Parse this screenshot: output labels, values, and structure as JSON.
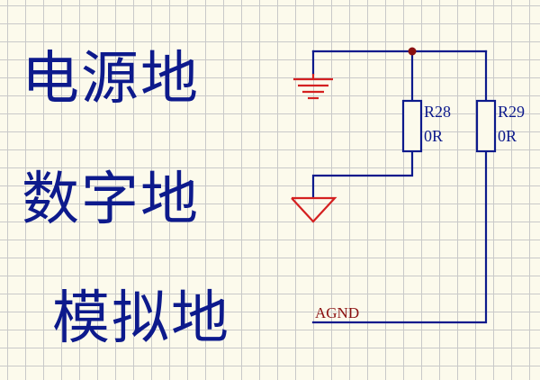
{
  "labels": {
    "power_ground": "电源地",
    "digital_ground": "数字地",
    "analog_ground": "模拟地"
  },
  "components": {
    "r28": {
      "ref": "R28",
      "value": "0R"
    },
    "r29": {
      "ref": "R29",
      "value": "0R"
    }
  },
  "nets": {
    "agnd": "AGND"
  },
  "colors": {
    "wire": "#0d1a8c",
    "ground_symbol": "#d42020",
    "junction": "#8b1010",
    "net_label": "#8b1010",
    "text": "#0d1a8c",
    "grid": "#c9c9c9",
    "background": "#fcfaec"
  }
}
